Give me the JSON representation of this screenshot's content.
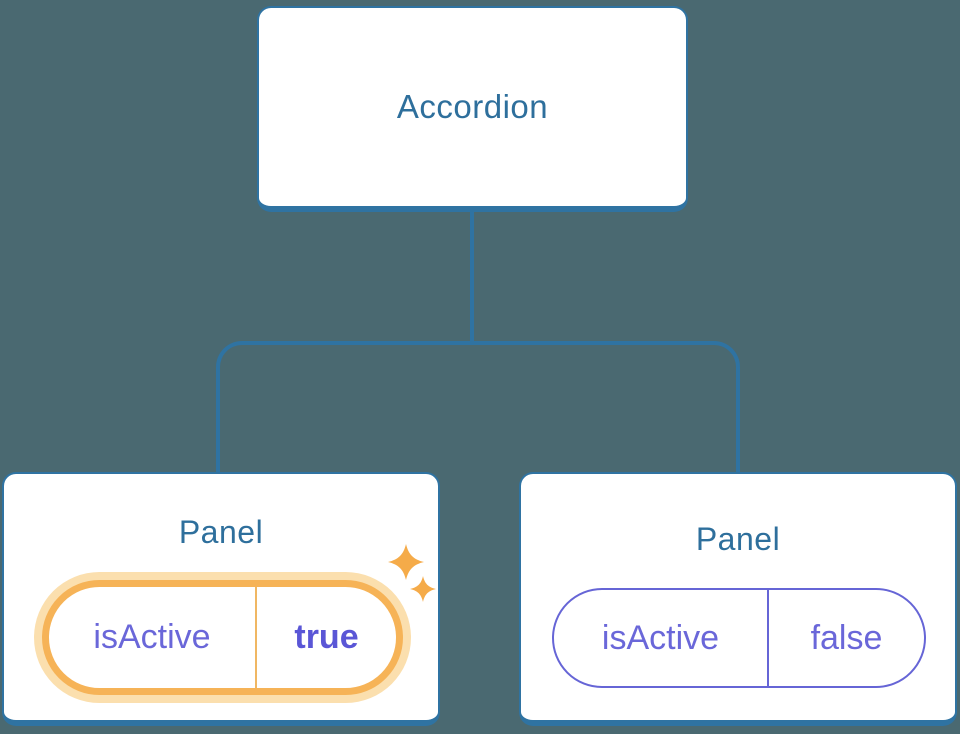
{
  "background_color": "#4a6971",
  "tree": {
    "root": {
      "label": "Accordion"
    },
    "children": [
      {
        "label": "Panel",
        "state": {
          "name": "isActive",
          "value": "true"
        },
        "highlighted": true,
        "icon": "sparkles-icon"
      },
      {
        "label": "Panel",
        "state": {
          "name": "isActive",
          "value": "false"
        },
        "highlighted": false
      }
    ]
  },
  "colors": {
    "node_border": "#2f73a2",
    "node_title": "#2e6f9c",
    "connector": "#2f73a2",
    "state_text": "#6a67d9",
    "state_value_highlight": "#5a56d6",
    "highlight_stroke": "#f6b357",
    "highlight_glow": "#fbdfae",
    "highlight_divider": "#f0b763",
    "sparkle": "#f5ab49"
  }
}
